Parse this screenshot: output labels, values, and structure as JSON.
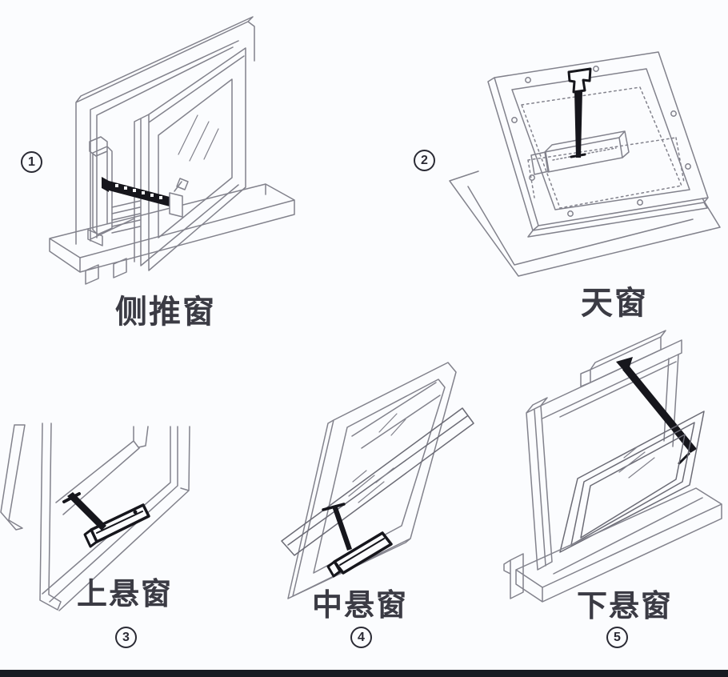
{
  "page": {
    "background": "#fbfcfe",
    "footer_bar_color": "#181b22"
  },
  "art": {
    "line_color": "#82828c",
    "pane_line_color": "#6b6b75",
    "actuator_color": "#16161c",
    "label_color": "#3b3b44",
    "number_ring_color": "#2a2a34"
  },
  "figures": [
    {
      "number": "1",
      "label": "侧推窗"
    },
    {
      "number": "2",
      "label": "天窗"
    },
    {
      "number": "3",
      "label": "上悬窗"
    },
    {
      "number": "4",
      "label": "中悬窗"
    },
    {
      "number": "5",
      "label": "下悬窗"
    }
  ]
}
